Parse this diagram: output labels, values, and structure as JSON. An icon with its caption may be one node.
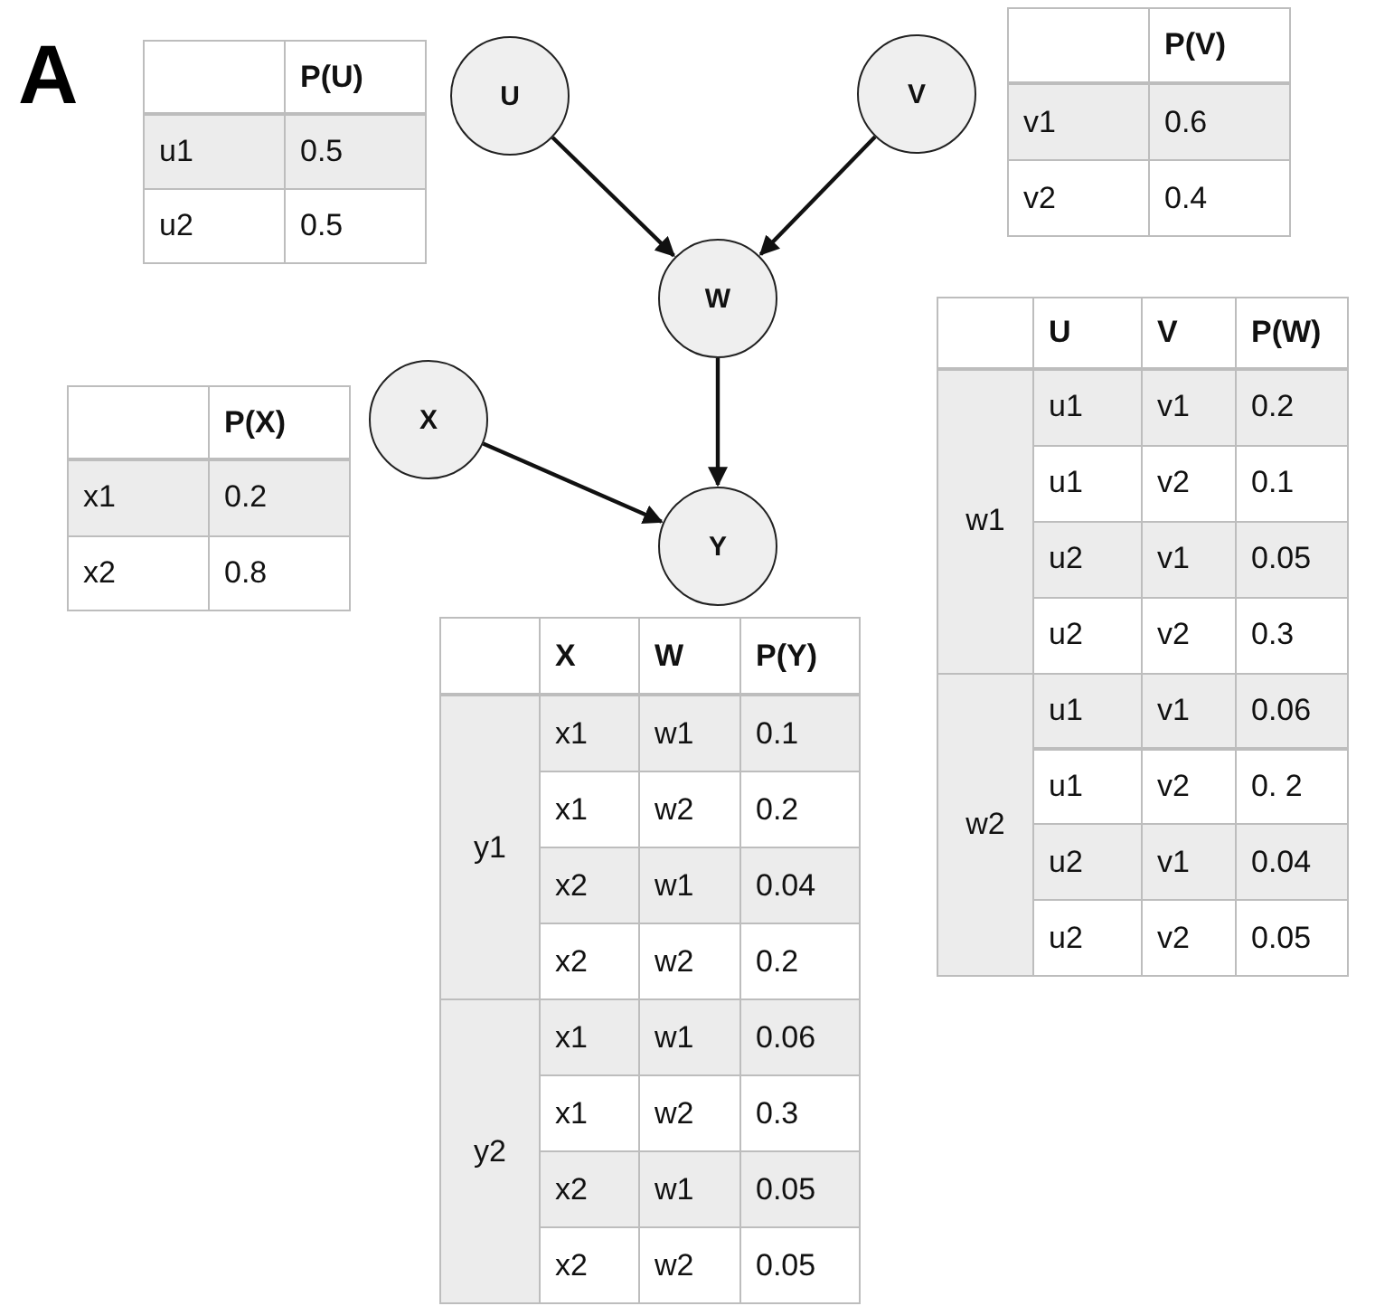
{
  "diagram": {
    "nodes": [
      {
        "text": [
          "U"
        ]
      },
      {
        "text": [
          "V"
        ]
      },
      {
        "text": [
          "W"
        ]
      },
      {
        "text": [
          "X"
        ]
      },
      {
        "text": [
          "Y"
        ]
      }
    ],
    "edges": [
      {
        "from": 0,
        "to": 2,
        "arrow": "to"
      },
      {
        "from": 1,
        "to": 2,
        "arrow": "to"
      },
      {
        "from": 3,
        "to": 4,
        "arrow": "to"
      },
      {
        "from": 2,
        "to": 4,
        "arrow": "to"
      }
    ],
    "labels": [
      "A",
      "P(U)",
      "u1",
      "0.5",
      "u2",
      "0.5",
      "P(V)",
      "v1",
      "0.6",
      "v2",
      "0.4",
      "U",
      "V",
      "P(W)",
      "w1",
      "u1",
      "v1",
      "0.2",
      "u1",
      "v2",
      "0.1",
      "u2",
      "v1",
      "0.05",
      "u2",
      "v2",
      "0.3",
      "w2",
      "u1",
      "v1",
      "0.06",
      "u1",
      "v2",
      "0. 2",
      "u2",
      "v1",
      "0.04",
      "u2",
      "v2",
      "0.05",
      "P(X)",
      "x1",
      "0.2",
      "x2",
      "0.8",
      "X",
      "W",
      "P(Y)",
      "y1",
      "x1",
      "w1",
      "0.1",
      "x1",
      "w2",
      "0.2",
      "x2",
      "w1",
      "0.04",
      "x2",
      "w2",
      "0.2",
      "y2",
      "x1",
      "w1",
      "0.06",
      "x1",
      "w2",
      "0.3",
      "x2",
      "w1",
      "0.05",
      "x2",
      "w2",
      "0.05"
    ]
  }
}
